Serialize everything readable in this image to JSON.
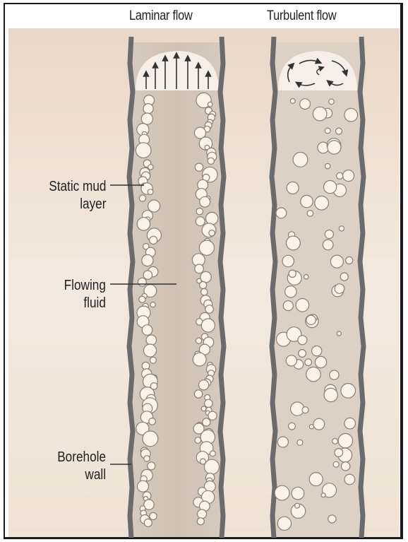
{
  "columns": {
    "laminar_title": "Laminar flow",
    "turbulent_title": "Turbulent flow"
  },
  "labels": {
    "static_mud_line1": "Static mud",
    "static_mud_line2": "layer",
    "flowing_fluid_line1": "Flowing",
    "flowing_fluid_line2": "fluid",
    "borehole_wall_line1": "Borehole",
    "borehole_wall_line2": "wall"
  },
  "colors": {
    "wall": "#6b6b6b",
    "borehole_fill": "#d8ccc0",
    "particle_fill": "#fbf3ea",
    "particle_stroke": "#8a7e74",
    "background": "#f0e3d6"
  }
}
